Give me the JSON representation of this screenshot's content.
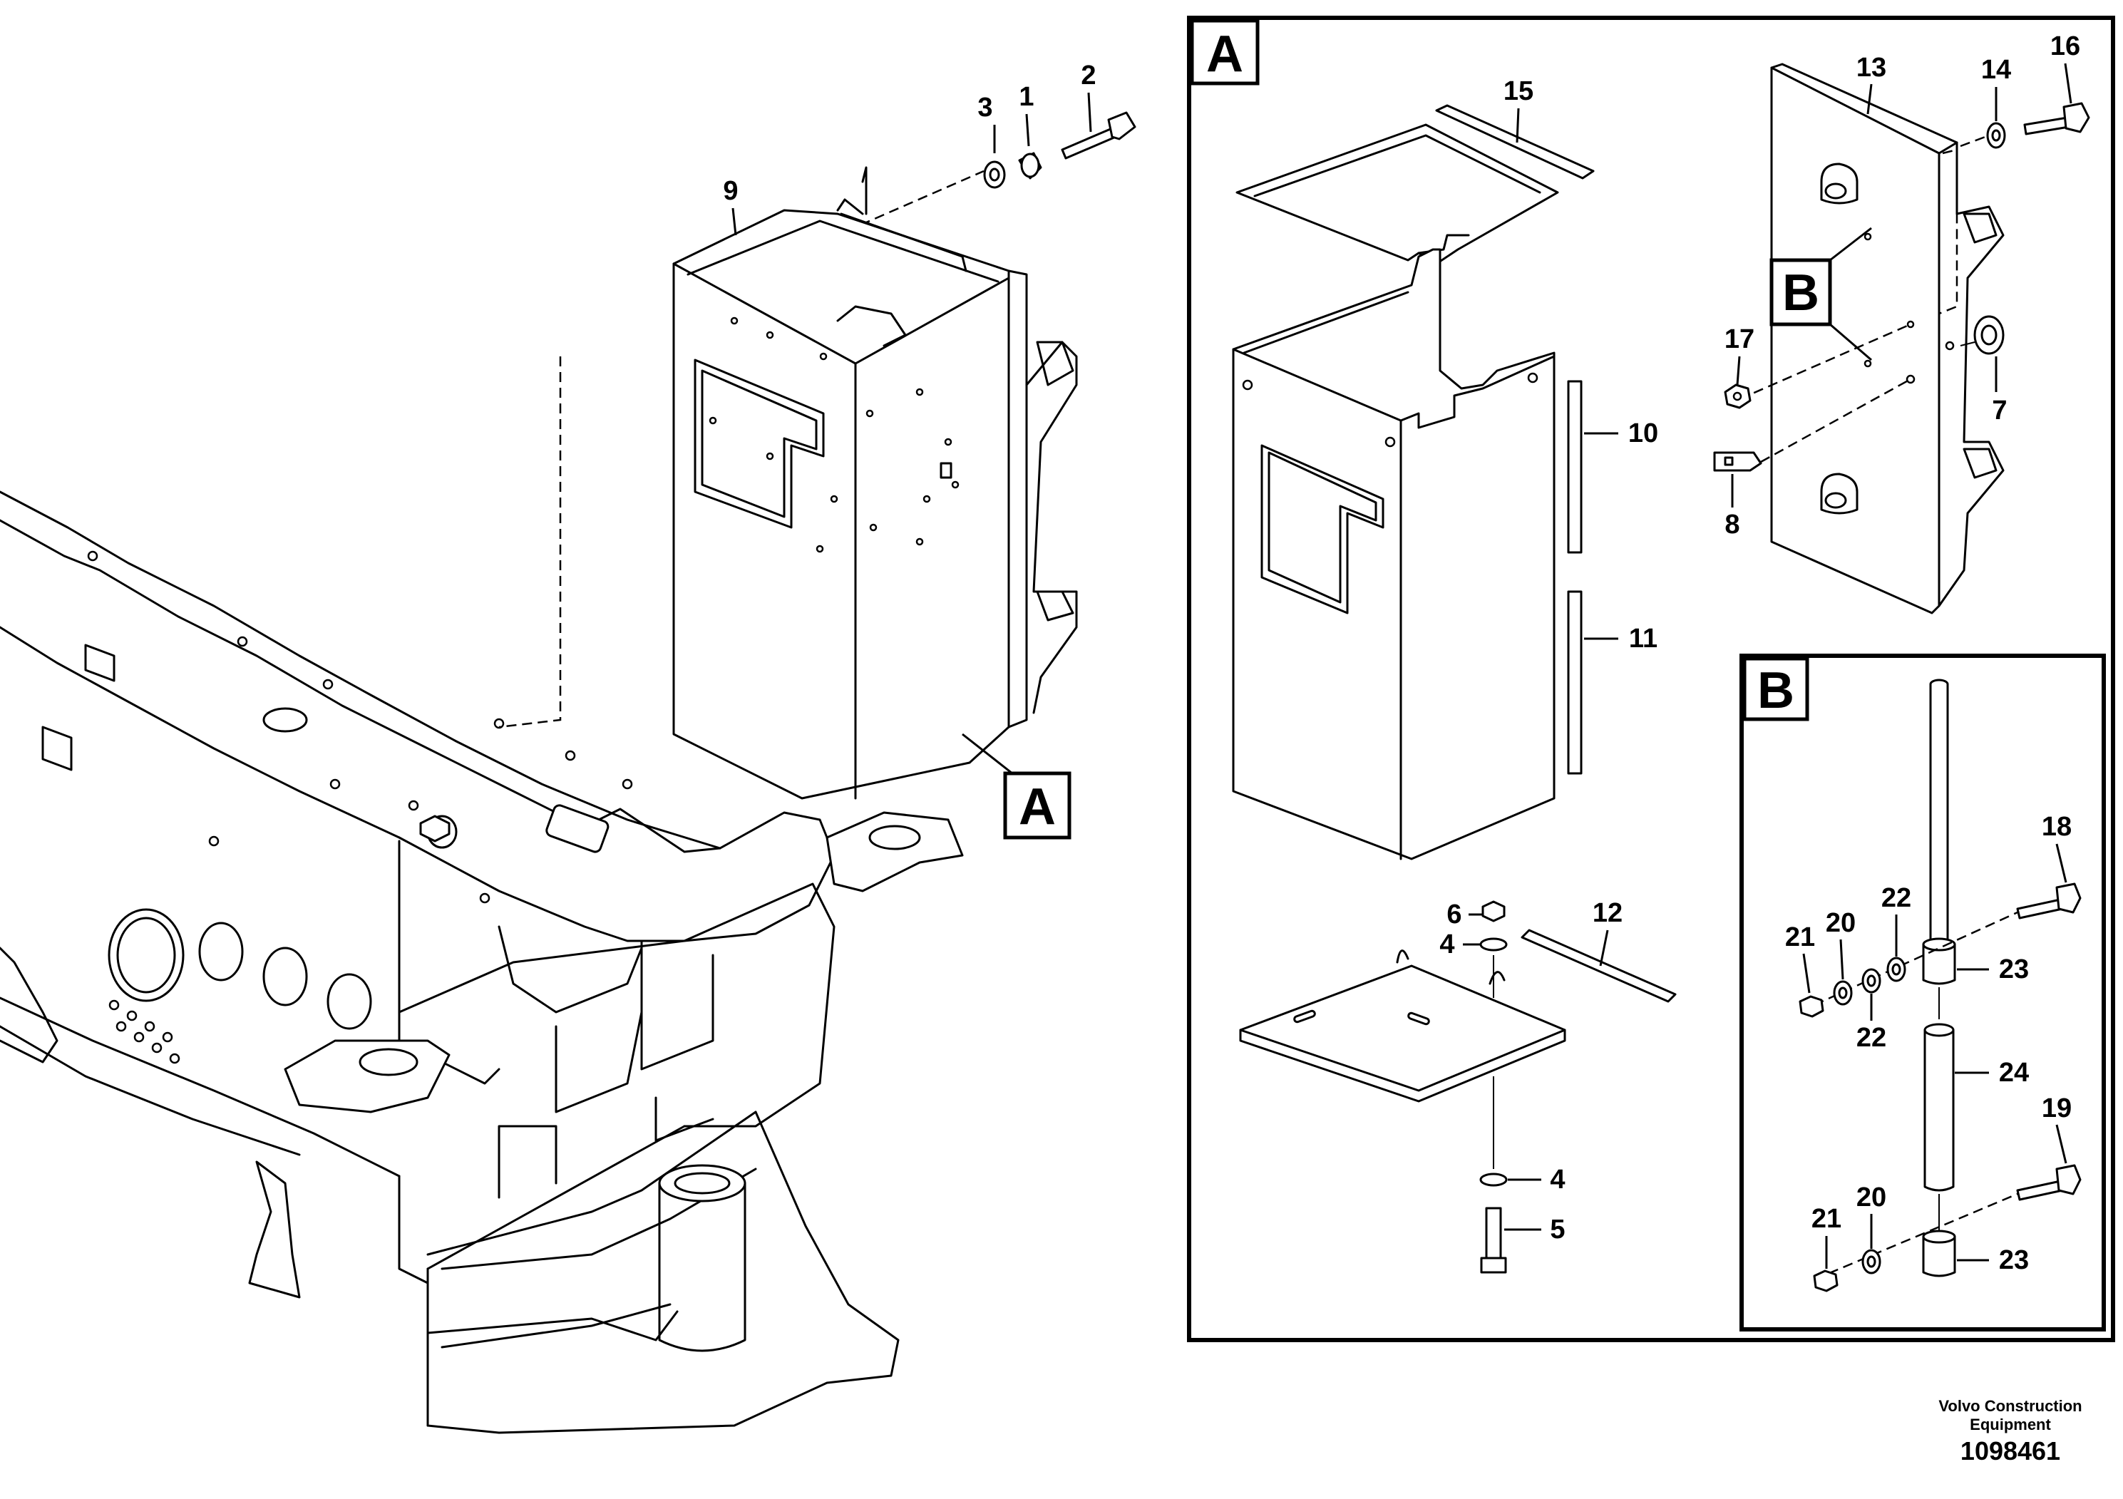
{
  "callouts": {
    "c1": "1",
    "c2": "2",
    "c3": "3",
    "c9": "9",
    "a15": "15",
    "a13": "13",
    "a14": "14",
    "a16": "16",
    "a17": "17",
    "a7": "7",
    "a8": "8",
    "a10": "10",
    "a11": "11",
    "a6": "6",
    "a4": "4",
    "a12": "12",
    "a4b": "4",
    "a5": "5",
    "b18": "18",
    "b21": "21",
    "b20": "20",
    "b22": "22",
    "b22b": "22",
    "b23": "23",
    "b24": "24",
    "b19": "19",
    "b21b": "21",
    "b20b": "20",
    "b23b": "23"
  },
  "detail_labels": {
    "a_main": "A",
    "a_panel": "A",
    "b_ref": "B",
    "b_panel": "B"
  },
  "footer": {
    "company": "Volvo Construction Equipment",
    "number": "1098461"
  }
}
